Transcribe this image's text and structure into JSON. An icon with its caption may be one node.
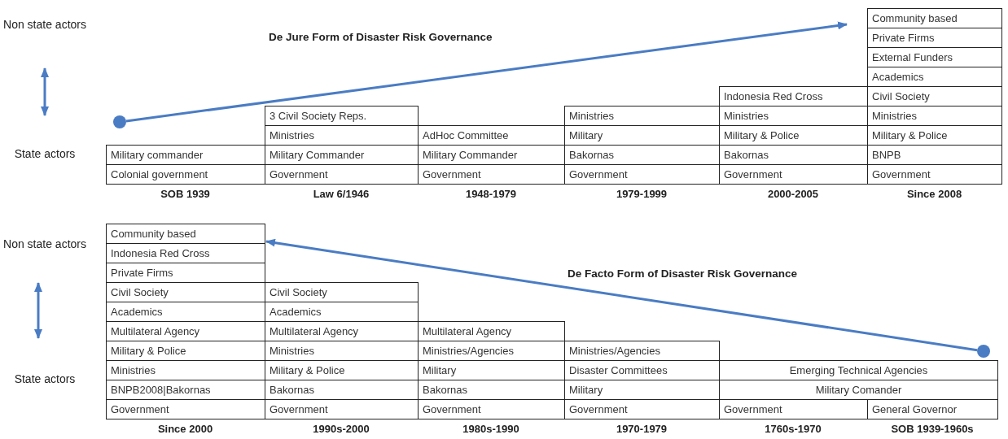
{
  "diagram": {
    "nodes": [
      {
        "text": [],
        "shape": "circle"
      },
      {
        "text": [],
        "shape": "circle"
      },
      {
        "text": [
          "Community based"
        ]
      }
    ],
    "edges": [
      {
        "from": 0,
        "to": null,
        "arrow": "to"
      },
      {
        "from": 1,
        "to": 2,
        "arrow": "to"
      }
    ],
    "labels": [
      "Non state actors",
      "De Jure Form of Disaster Risk Governance",
      "Community based",
      "Private Firms",
      "External Funders",
      "Academics",
      "Indonesia Red Cross",
      "Civil Society",
      "3 Civil Society Reps.",
      "Ministries",
      "Ministries",
      "Ministries",
      "Ministries",
      "AdHoc Committee",
      "Military",
      "Military & Police",
      "Military & Police",
      "State actors",
      "Military commander",
      "Military Commander",
      "Military Commander",
      "Bakornas",
      "Bakornas",
      "BNPB",
      "Colonial government",
      "Government",
      "Government",
      "Government",
      "Government",
      "Government",
      "SOB 1939",
      "Law 6/1946",
      "1948-1979",
      "1979-1999",
      "2000-2005",
      "Since 2008",
      "Non state actors",
      "Indonesia Red Cross",
      "Private Firms",
      "De Facto Form of Disaster Risk Governance",
      "Civil Society",
      "Civil Society",
      "Academics",
      "Academics",
      "Multilateral Agency",
      "Multilateral Agency",
      "Multilateral Agency",
      "Military & Police",
      "Ministries",
      "Ministries/Agencies",
      "Ministries/Agencies",
      "State actors",
      "Ministries",
      "Military & Police",
      "Military",
      "Disaster Committees",
      "Emerging Technical Agencies",
      "BNPB2008|Bakornas",
      "Bakornas",
      "Bakornas",
      "Military",
      "Military Comander",
      "Government",
      "Government",
      "Government",
      "Government",
      "Government",
      "General Governor",
      "Since 2000",
      "1990s-2000",
      "1980s-1990",
      "1970-1979",
      "1760s-1970",
      "SOB 1939-1960s"
    ]
  }
}
